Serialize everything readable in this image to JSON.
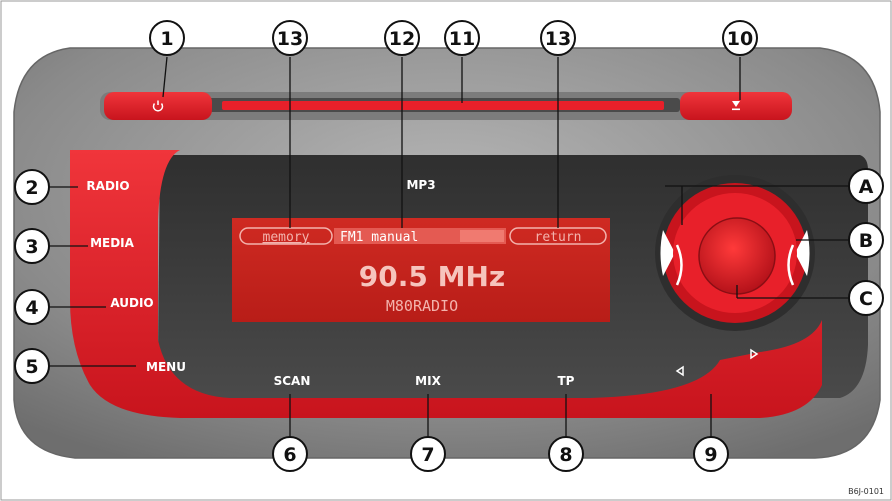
{
  "buttons": {
    "power_icon": "power-icon",
    "eject_icon": "eject-icon",
    "radio": "RADIO",
    "media": "MEDIA",
    "audio": "AUDIO",
    "menu": "MENU",
    "scan": "SCAN",
    "mix": "MIX",
    "tp": "TP",
    "prev_icon": "left-triangle-icon",
    "next_icon": "right-triangle-icon"
  },
  "display": {
    "source_indicator": "MP3",
    "softkey_left": "memory",
    "band_mode": "FM1 manual",
    "softkey_right": "return",
    "frequency": "90.5 MHz",
    "station_name": "M80RADIO"
  },
  "callouts": [
    "1",
    "2",
    "3",
    "4",
    "5",
    "6",
    "7",
    "8",
    "9",
    "10",
    "11",
    "12",
    "13",
    "13",
    "A",
    "B",
    "C"
  ],
  "figure_code": "B6J-0101",
  "colors": {
    "red": "#e8202a",
    "dark_red": "#b8121a",
    "chassis": "#8e8e8e",
    "face": "#3d3d3d",
    "lcd": "#c9241f"
  }
}
